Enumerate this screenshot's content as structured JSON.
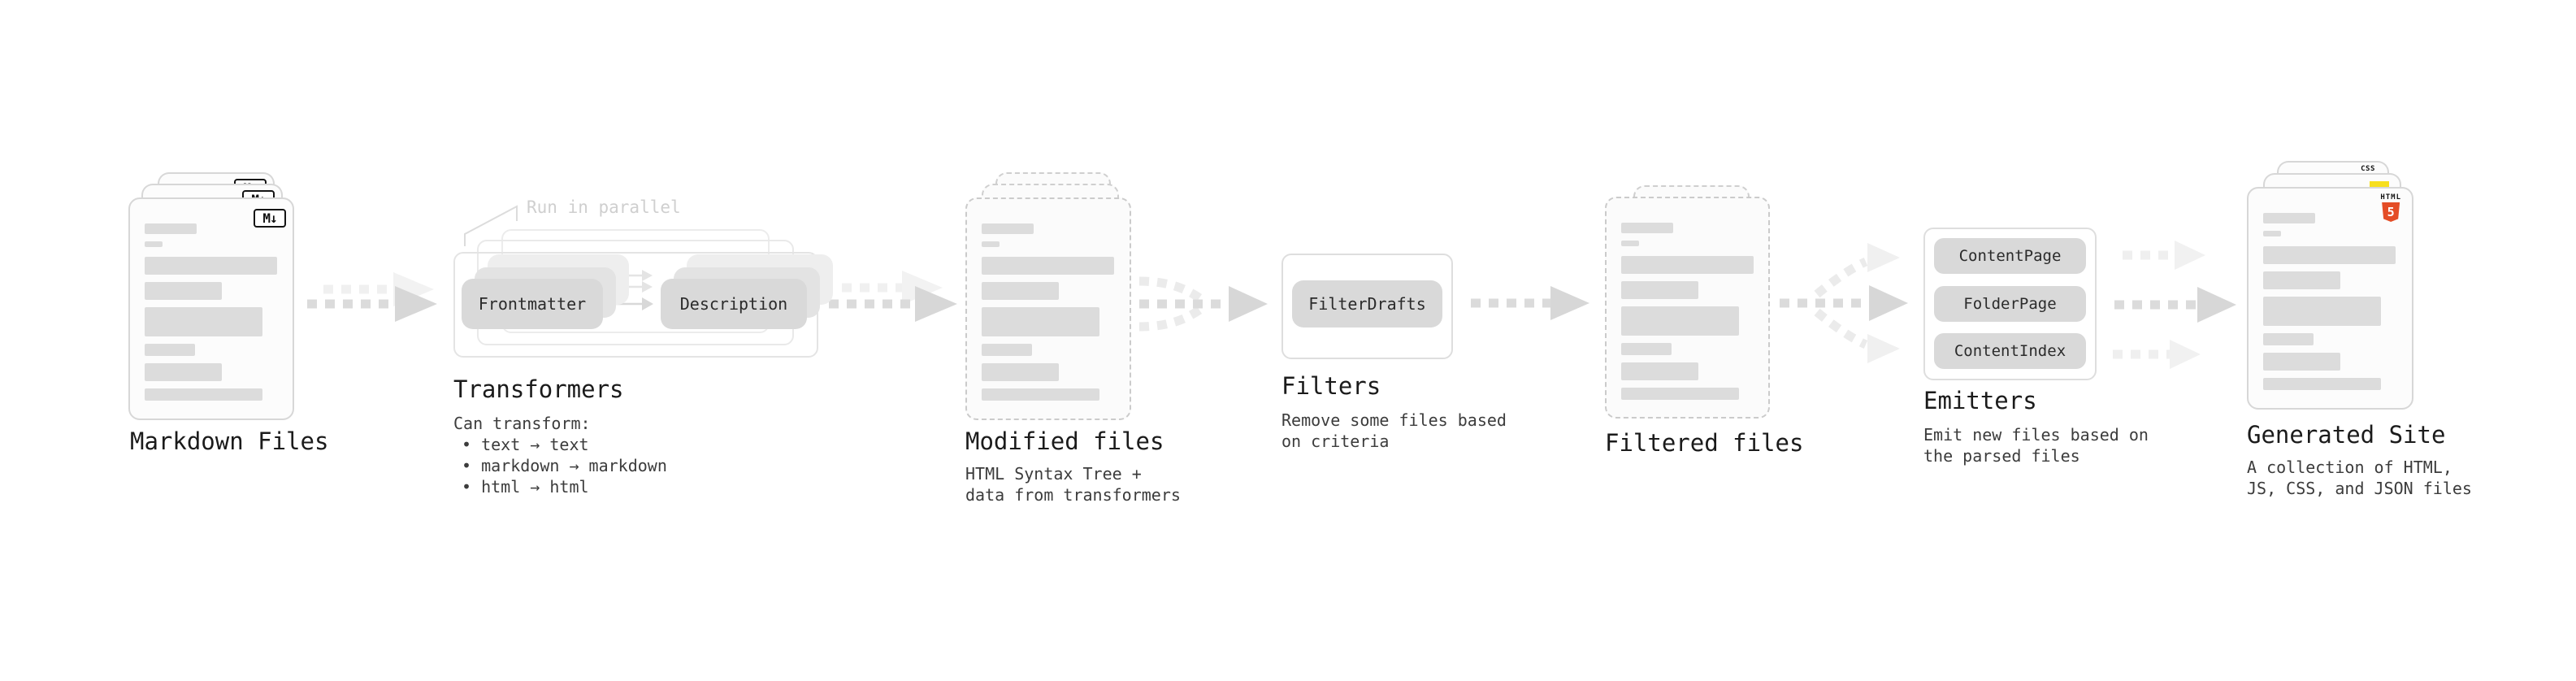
{
  "diagram": {
    "markdown_files": {
      "title": "Markdown Files",
      "badge": "M↓"
    },
    "transformers": {
      "callout": "Run in parallel",
      "node_a": "Frontmatter",
      "node_b": "Description",
      "title": "Transformers",
      "desc_heading": "Can transform:",
      "bullets": [
        "• text → text",
        "• markdown → markdown",
        "• html → html"
      ]
    },
    "modified_files": {
      "title": "Modified files",
      "desc_line1": "HTML Syntax Tree +",
      "desc_line2": "data from transformers"
    },
    "filters": {
      "node": "FilterDrafts",
      "title": "Filters",
      "desc_line1": "Remove some files based",
      "desc_line2": "on criteria"
    },
    "filtered_files": {
      "title": "Filtered files"
    },
    "emitters": {
      "nodes": [
        "ContentPage",
        "FolderPage",
        "ContentIndex"
      ],
      "title": "Emitters",
      "desc_line1": "Emit new files based on",
      "desc_line2": "the parsed files"
    },
    "generated_site": {
      "title": "Generated Site",
      "desc_line1": "A collection of HTML,",
      "desc_line2": "JS, CSS, and JSON files",
      "css_badge": "CSS",
      "html5_label": "HTML",
      "html5_number": "5"
    }
  },
  "colors": {
    "html5_orange": "#e44d26",
    "js_yellow": "#f7df1e",
    "css_blue": "#2c6bff",
    "node_fill": "#d9d9d9",
    "arrow_gray": "#d9d9d9",
    "faint_gray": "#efefef",
    "text_dark": "#1b1b1b"
  }
}
